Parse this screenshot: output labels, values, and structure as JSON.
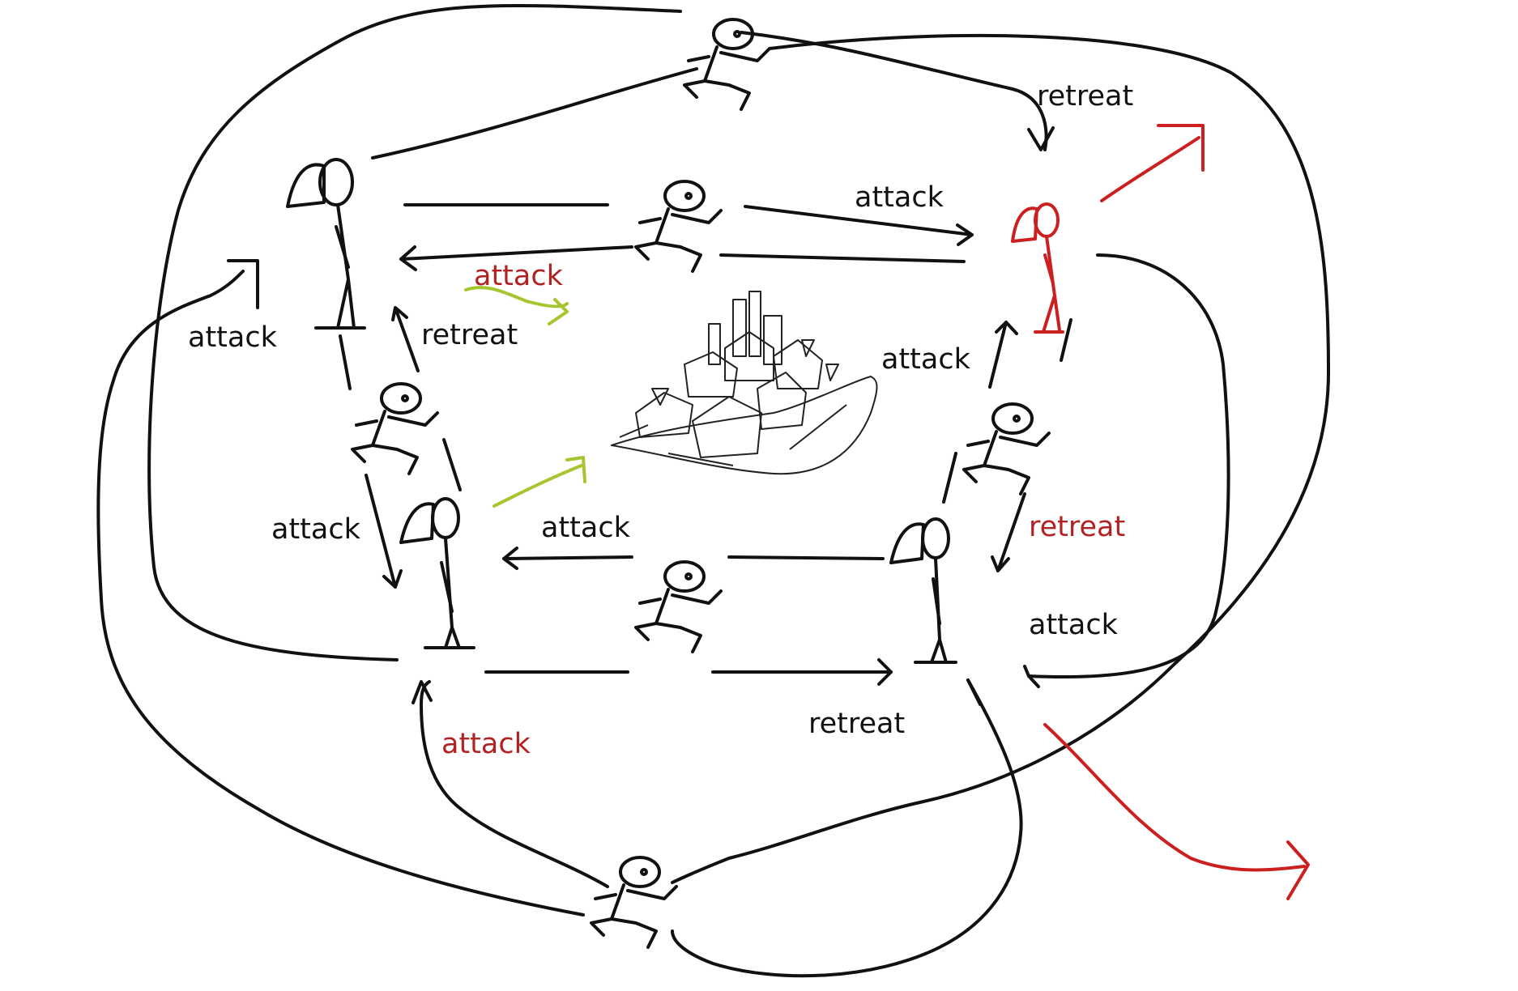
{
  "colors": {
    "black": "#111111",
    "red": "#cc2020",
    "green": "#a6c630"
  },
  "labels": [
    {
      "id": "retreat_top",
      "text": "retreat",
      "color": "black"
    },
    {
      "id": "attack_top_right",
      "text": "attack",
      "color": "black"
    },
    {
      "id": "attack_green_underline",
      "text": "attack",
      "color": "red"
    },
    {
      "id": "attack_outer_left",
      "text": "attack",
      "color": "black"
    },
    {
      "id": "retreat_left_mid",
      "text": "retreat",
      "color": "black"
    },
    {
      "id": "attack_right_mid",
      "text": "attack",
      "color": "black"
    },
    {
      "id": "attack_left_lower",
      "text": "attack",
      "color": "black"
    },
    {
      "id": "attack_center_lower",
      "text": "attack",
      "color": "black"
    },
    {
      "id": "retreat_red_right",
      "text": "retreat",
      "color": "red"
    },
    {
      "id": "attack_right_lower",
      "text": "attack",
      "color": "black"
    },
    {
      "id": "retreat_bottom",
      "text": "retreat",
      "color": "black"
    },
    {
      "id": "attack_red_bottom",
      "text": "attack",
      "color": "red"
    }
  ],
  "figures": {
    "standing": [
      "top-left",
      "top-right-red",
      "bottom-left",
      "bottom-right"
    ],
    "running": [
      "top",
      "upper-center",
      "left-middle",
      "right-middle",
      "lower-center",
      "bottom"
    ],
    "center_image": "village-icon"
  }
}
